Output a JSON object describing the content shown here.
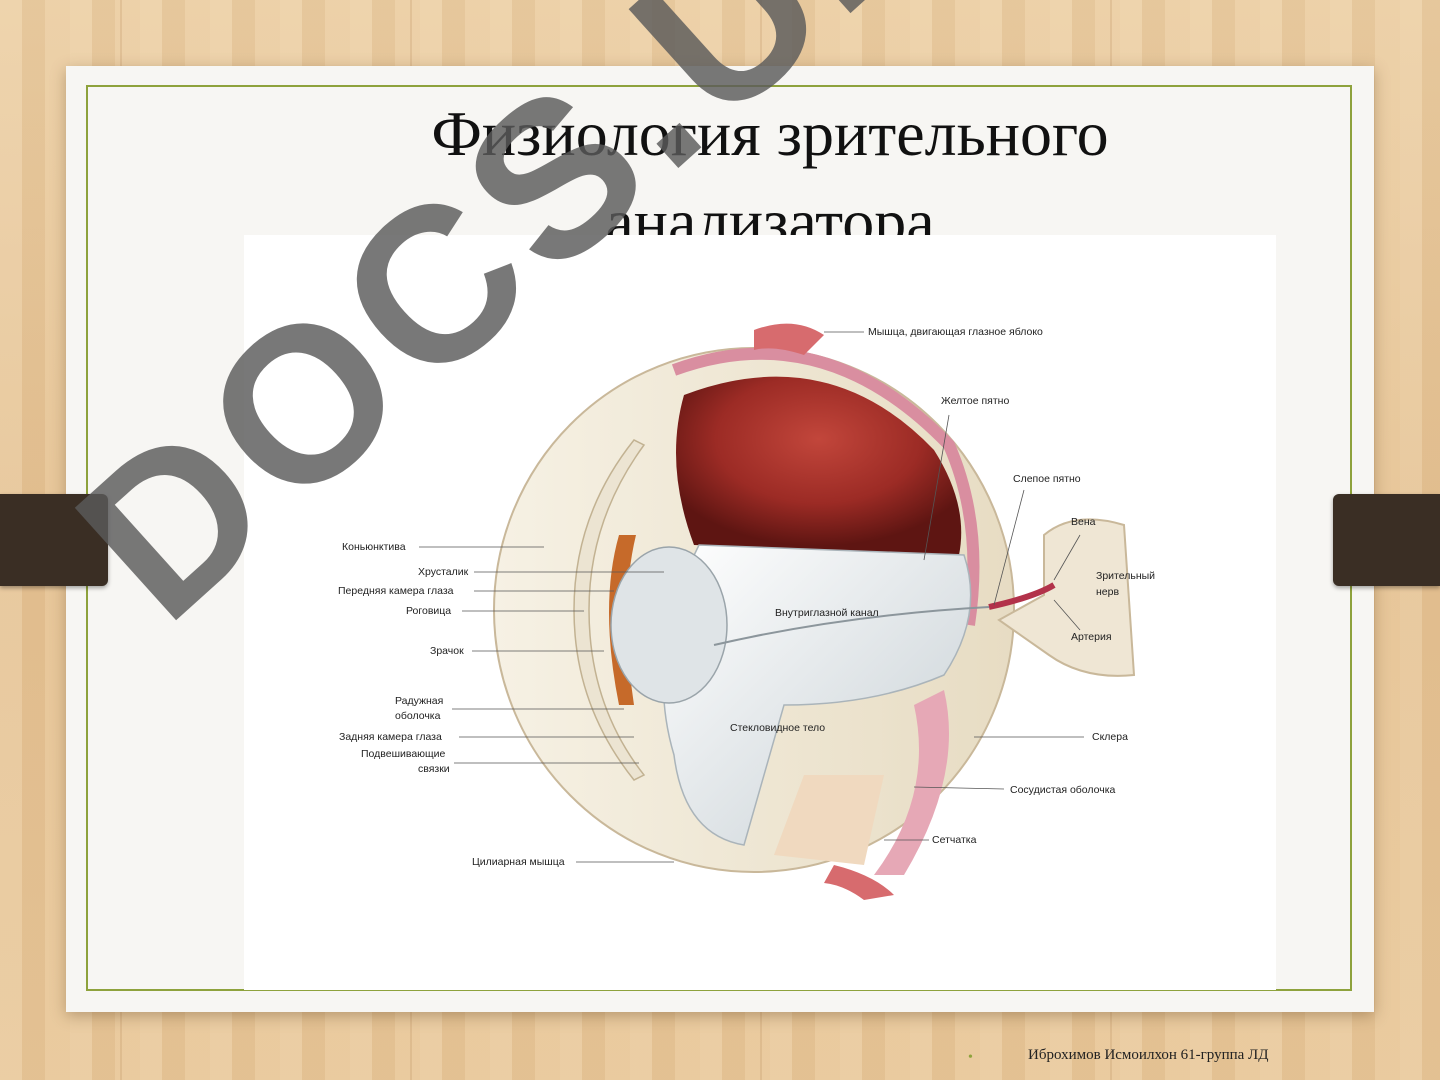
{
  "slide": {
    "title_line1": "Физиология зрительного",
    "title_line2": "анализатора",
    "footer_author": "Иброхимов Исмоилхон 61-группа ЛД",
    "bullet_symbol": "•"
  },
  "diagram": {
    "labels": {
      "muscle": "Мышца, двигающая глазное яблоко",
      "macula": "Желтое пятно",
      "blind_spot": "Слепое пятно",
      "vein": "Вена",
      "optic_nerve_l1": "Зрительный",
      "optic_nerve_l2": "нерв",
      "artery": "Артерия",
      "intraocular_canal": "Внутриглазной канал",
      "conjunctiva": "Коньюнктива",
      "lens": "Хрусталик",
      "anterior_chamber": "Передняя камера глаза",
      "cornea": "Роговица",
      "pupil": "Зрачок",
      "iris_l1": "Радужная",
      "iris_l2": "оболочка",
      "posterior_chamber": "Задняя камера глаза",
      "ligaments_l1": "Подвешивающие",
      "ligaments_l2": "связки",
      "vitreous": "Стекловидное тело",
      "sclera": "Склера",
      "choroid": "Сосудистая оболочка",
      "retina": "Сетчатка",
      "ciliary": "Цилиарная мышца"
    }
  },
  "watermark": "DOCS.UZ",
  "colors": {
    "frame_border": "#8ea23c",
    "clip": "#3a2e24",
    "retina_red": "#9c2b25"
  }
}
